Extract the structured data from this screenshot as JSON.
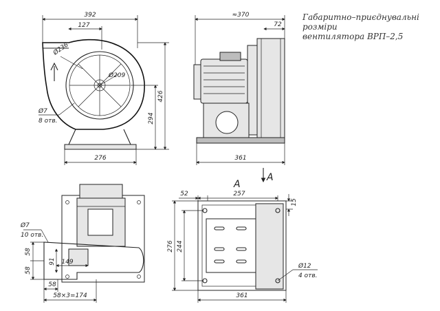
{
  "title": {
    "line1": "Габаритно–приєднувальні розміри",
    "line2": "вентилятора ВРП–2,5"
  },
  "front_view": {
    "dims": {
      "width_top": "392",
      "inlet_offset": "127",
      "diameter_outer": "Ø236",
      "diameter_inner": "Ø209",
      "hole_dia": "Ø7",
      "hole_count": "8 отв.",
      "height_total": "426",
      "height_axis": "294",
      "base_width": "276"
    }
  },
  "side_view": {
    "dims": {
      "length_total": "≈370",
      "outlet_depth": "72",
      "base_length": "361"
    },
    "section_label": "A"
  },
  "bottom_left_view": {
    "dims": {
      "hole_dia": "Ø7",
      "hole_count": "10 отв.",
      "pitch_a": "58",
      "pitch_b": "58",
      "height_small": "91",
      "width_small": "149",
      "pitch_c": "58",
      "pitch_total": "58×3=174"
    }
  },
  "view_a": {
    "label": "A",
    "dims": {
      "offset_left": "52",
      "hole_span": "257",
      "offset_right": "15",
      "height_total": "276",
      "height_inner": "244",
      "hole_dia": "Ø12",
      "hole_count": "4 отв.",
      "length_total": "361"
    }
  }
}
